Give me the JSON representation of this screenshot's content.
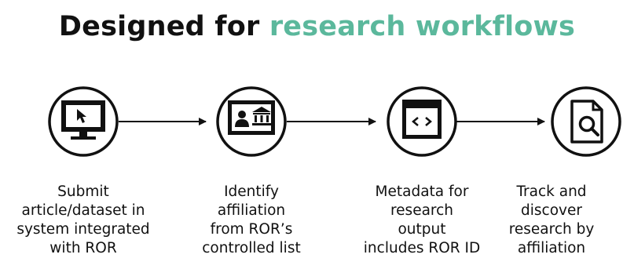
{
  "title": {
    "prefix": "Designed for",
    "highlight": "research workflows",
    "highlight_color": "#5bb89c"
  },
  "steps": [
    {
      "icon": "computer-monitor-cursor-icon",
      "lines": [
        "Submit",
        "article/dataset in",
        "system integrated",
        "with ROR"
      ]
    },
    {
      "icon": "id-card-institution-icon",
      "lines": [
        "Identify",
        "affiliation",
        "from ROR’s",
        "controlled list"
      ]
    },
    {
      "icon": "code-window-icon",
      "lines": [
        "Metadata for",
        "research",
        "output",
        "includes ROR ID"
      ]
    },
    {
      "icon": "document-search-icon",
      "lines": [
        "Track and",
        "discover",
        "research by",
        "affiliation"
      ]
    }
  ]
}
